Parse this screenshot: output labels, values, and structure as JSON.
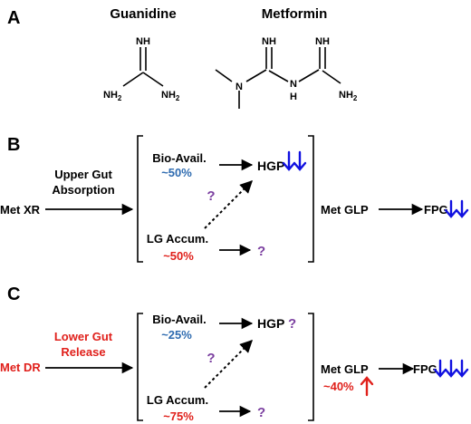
{
  "colors": {
    "black": "#000000",
    "blue_text": "#2e6bb0",
    "red": "#e0201b",
    "purple": "#7b3fa0",
    "arrow_blue": "#1010e0"
  },
  "panel_a": {
    "letter": "A",
    "molecules": [
      {
        "name": "Guanidine",
        "atoms": [
          "NH",
          "NH",
          "NH",
          "2",
          "2"
        ]
      },
      {
        "name": "Metformin",
        "atoms": [
          "N",
          "NH",
          "NH",
          "N",
          "H",
          "NH",
          "2"
        ]
      }
    ]
  },
  "panel_b": {
    "letter": "B",
    "formulation": "Met XR",
    "route": [
      "Upper Gut",
      "Absorption"
    ],
    "bio_label": "Bio-Avail.",
    "bio_pct": "~50%",
    "lg_label": "LG Accum.",
    "lg_pct": "~50%",
    "hgp": "HGP",
    "glp": "Met GLP",
    "fpg": "FPG",
    "unknown": "?"
  },
  "panel_c": {
    "letter": "C",
    "formulation": "Met DR",
    "route": [
      "Lower Gut",
      "Release"
    ],
    "bio_label": "Bio-Avail.",
    "bio_pct": "~25%",
    "lg_label": "LG Accum.",
    "lg_pct": "~75%",
    "hgp": "HGP",
    "glp": "Met GLP",
    "glp_change": "~40%",
    "fpg": "FPG",
    "unknown": "?"
  }
}
